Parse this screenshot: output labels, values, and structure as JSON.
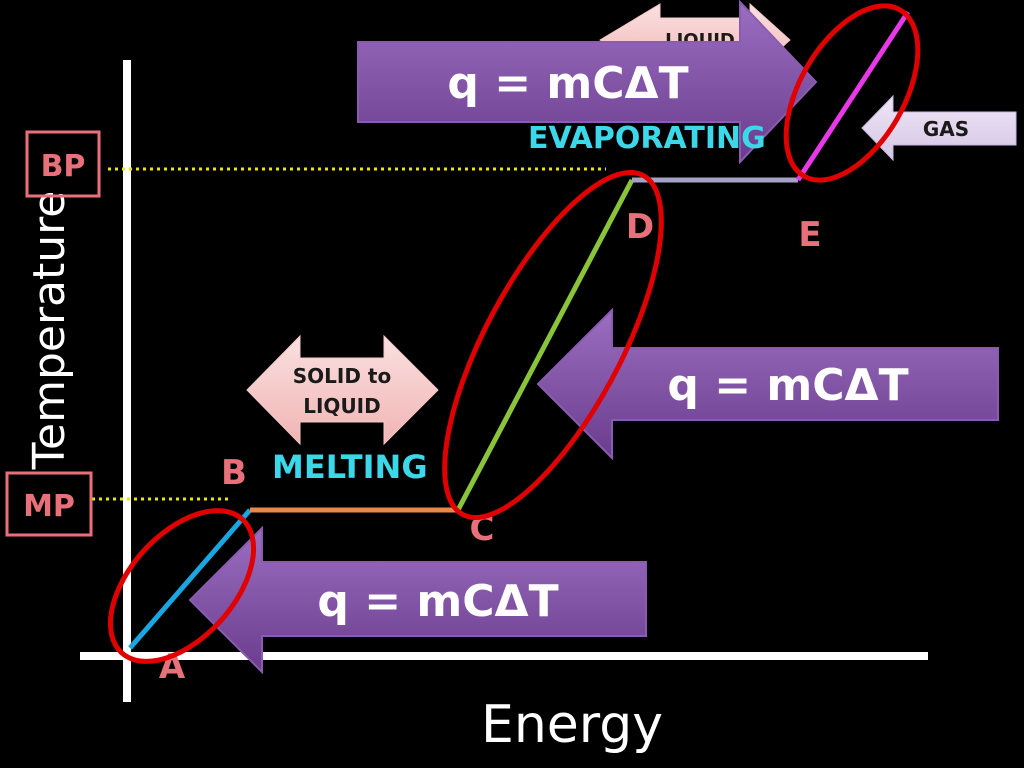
{
  "axes": {
    "y_label": "Temperature",
    "x_label": "Energy"
  },
  "markers": {
    "bp": "BP",
    "mp": "MP"
  },
  "points": {
    "a": "A",
    "b": "B",
    "c": "C",
    "d": "D",
    "e": "E"
  },
  "phases": {
    "melting": "MELTING",
    "evaporating": "EVAPORATING"
  },
  "arrows": {
    "solid_liquid_line1": "SOLID to",
    "solid_liquid_line2": "LIQUID",
    "liquid_top": "LIQUID",
    "gas": "GAS"
  },
  "equations": {
    "top": "q = mCΔT",
    "middle": "q = mCΔT",
    "bottom": "q = mCΔT"
  },
  "colors": {
    "background": "#000000",
    "axis": "#ffffff",
    "dotted_guide": "#e8e800",
    "marker_box": "#e8707a",
    "segment_ab": "#1aa6e0",
    "segment_bc": "#e8884a",
    "segment_cd": "#8ac43a",
    "segment_de": "#a6a2c6",
    "segment_ef": "#e838e8",
    "highlight_ellipse": "#e00000",
    "purple_arrow": "#7b4aa0",
    "pink_arrow": "#f6c8c8",
    "phase_text": "#3ad8e8"
  }
}
